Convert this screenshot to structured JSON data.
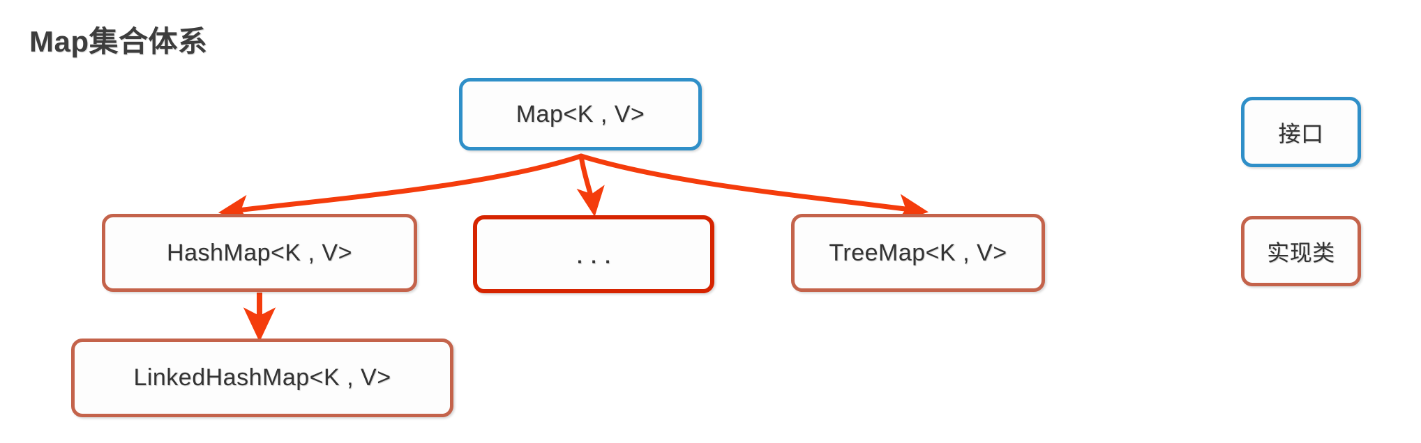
{
  "title": "Map集合体系",
  "colors": {
    "interface_border": "#2f8fc8",
    "impl_border": "#c4634b",
    "accent_border": "#d62400",
    "arrow": "#f43c0c",
    "title_text": "#3d3d3d",
    "node_text": "#333333",
    "background": "#ffffff"
  },
  "nodes": {
    "map": {
      "label": "Map<K , V>",
      "kind": "interface"
    },
    "hashmap": {
      "label": "HashMap<K , V>",
      "kind": "implementation"
    },
    "ellipsis": {
      "label": "...",
      "kind": "implementation"
    },
    "treemap": {
      "label": "TreeMap<K , V>",
      "kind": "implementation"
    },
    "linkedhashmap": {
      "label": "LinkedHashMap<K , V>",
      "kind": "implementation"
    }
  },
  "legend": {
    "interface": {
      "label": "接口"
    },
    "implementation": {
      "label": "实现类"
    }
  },
  "edges": [
    {
      "from": "map",
      "to": "hashmap",
      "style": "curved"
    },
    {
      "from": "map",
      "to": "ellipsis",
      "style": "straight"
    },
    {
      "from": "map",
      "to": "treemap",
      "style": "curved"
    },
    {
      "from": "hashmap",
      "to": "linkedhashmap",
      "style": "straight"
    }
  ]
}
